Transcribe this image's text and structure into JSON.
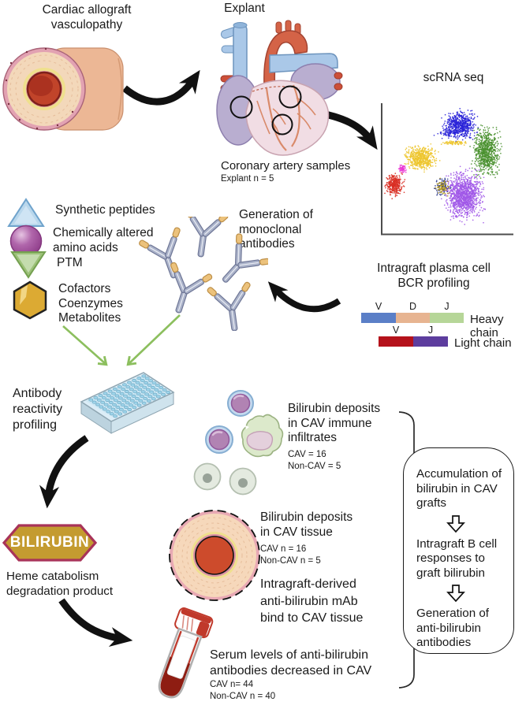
{
  "top": {
    "cav_title": "Cardiac allograft\nvasculopathy",
    "explant_label": "Explant",
    "coronary_caption": "Coronary artery samples",
    "explant_n": "Explant n = 5",
    "scrna_label": "scRNA seq"
  },
  "legend": {
    "items": [
      {
        "icon": "triangle-up-icon",
        "label": "Synthetic peptides"
      },
      {
        "icon": "sphere-icon",
        "label": "Chemically altered\namino acids"
      },
      {
        "icon": "triangle-down-icon",
        "label": "PTM"
      },
      {
        "icon": "hexagon-icon",
        "label": "Cofactors\nCoenzymes\nMetabolites"
      }
    ]
  },
  "monoclonal": {
    "label": "Generation of\nmonoclonal\nantibodies"
  },
  "bcr": {
    "title": "Intragraft plasma cell\nBCR profiling",
    "heavy": {
      "caption": "Heavy chain",
      "segments": [
        {
          "label": "V",
          "color": "#5b7fc7"
        },
        {
          "label": "D",
          "color": "#e7b491"
        },
        {
          "label": "J",
          "color": "#b6d698"
        }
      ]
    },
    "light": {
      "caption": "Light chain",
      "segments": [
        {
          "label": "V",
          "color": "#b5121b"
        },
        {
          "label": "J",
          "color": "#5d3d9e"
        }
      ]
    }
  },
  "reactivity": {
    "label": "Antibody\nreactivity\nprofiling"
  },
  "findings": {
    "immune": {
      "title": "Bilirubin deposits\nin CAV immune\ninfiltrates",
      "counts": "CAV = 16\nNon-CAV = 5"
    },
    "tissue": {
      "title": "Bilirubin deposits\nin CAV tissue",
      "counts": "CAV n = 16\nNon-CAV n = 5"
    },
    "mab": {
      "title": "Intragraft-derived\nanti-bilirubin mAb\nbind to CAV tissue"
    },
    "serum": {
      "title": "Serum levels of anti-bilirubin\nantibodies decreased in CAV",
      "counts": "CAV n= 44\nNon-CAV n = 40"
    }
  },
  "bilirubin": {
    "badge": "BILIRUBIN",
    "badge_fill": "#c49b30",
    "badge_border": "#a83359",
    "caption": "Heme catabolism\ndegradation product"
  },
  "summary": {
    "steps": [
      "Accumulation of\nbilirubin in CAV\ngrafts",
      "Intragraft B cell\nresponses to\ngraft bilirubin",
      "Generation of\nanti-bilirubin\nantibodies"
    ]
  },
  "plate": {
    "rows": 8,
    "cols": 12
  },
  "chart_data": {
    "type": "scatter",
    "title": "scRNA seq",
    "description": "UMAP-style single-cell clustering of coronary artery samples",
    "xlabel": "",
    "ylabel": "",
    "spines": [
      "left",
      "bottom"
    ],
    "clusters": [
      {
        "name": "cluster-blue",
        "color": "#2a24d8",
        "cx": 0.6,
        "cy": 0.17,
        "sx": 0.1,
        "sy": 0.085,
        "n": 600
      },
      {
        "name": "cluster-green",
        "color": "#4a9130",
        "cx": 0.8,
        "cy": 0.37,
        "sx": 0.085,
        "sy": 0.15,
        "n": 750
      },
      {
        "name": "cluster-purple",
        "color": "#a159e8",
        "cx": 0.63,
        "cy": 0.7,
        "sx": 0.115,
        "sy": 0.145,
        "n": 1150
      },
      {
        "name": "cluster-yellow",
        "color": "#edc52e",
        "cx": 0.3,
        "cy": 0.42,
        "sx": 0.095,
        "sy": 0.075,
        "n": 550
      },
      {
        "name": "cluster-red",
        "color": "#d92f23",
        "cx": 0.105,
        "cy": 0.62,
        "sx": 0.055,
        "sy": 0.068,
        "n": 330
      },
      {
        "name": "cluster-magenta",
        "color": "#e93ad4",
        "cx": 0.165,
        "cy": 0.5,
        "sx": 0.025,
        "sy": 0.028,
        "n": 60
      },
      {
        "name": "mixed-navy",
        "color": "#2d3b8e",
        "cx": 0.465,
        "cy": 0.63,
        "sx": 0.05,
        "sy": 0.055,
        "n": 90
      },
      {
        "name": "mixed-olive",
        "color": "#b99d1c",
        "cx": 0.47,
        "cy": 0.64,
        "sx": 0.045,
        "sy": 0.05,
        "n": 70
      },
      {
        "name": "yellow-streak",
        "color": "#edc52e",
        "cx": 0.565,
        "cy": 0.3,
        "sx": 0.075,
        "sy": 0.015,
        "n": 70
      },
      {
        "name": "blue-trail",
        "color": "#2a24d8",
        "cx": 0.5,
        "cy": 0.225,
        "sx": 0.07,
        "sy": 0.02,
        "n": 45
      }
    ]
  }
}
